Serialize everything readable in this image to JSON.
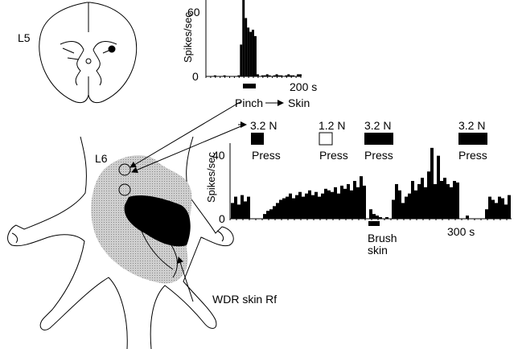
{
  "labels": {
    "l5": "L5",
    "l6": "L6",
    "pinch": "Pinch",
    "skin": "Skin",
    "wdr": "WDR skin Rf",
    "brush": "Brush",
    "brush_skin": "skin"
  },
  "chart_data": [
    {
      "type": "bar",
      "name": "pinch-histogram",
      "ylabel": "Spikes/sec",
      "yticks": [
        "0",
        "60"
      ],
      "ylim": [
        0,
        72
      ],
      "scalebar": "200 s",
      "stimulus": "Pinch",
      "values": [
        0,
        0,
        0,
        1,
        0,
        0,
        0,
        1,
        0,
        0,
        0,
        0,
        0,
        1,
        30,
        72,
        55,
        46,
        42,
        44,
        38,
        2,
        0,
        1,
        1,
        2,
        1,
        0,
        1,
        2,
        1,
        1,
        0,
        1,
        2,
        1,
        1,
        0,
        2,
        2
      ]
    },
    {
      "type": "bar",
      "name": "press-histogram",
      "ylabel": "Spikes/sec",
      "yticks": [
        "0",
        "40"
      ],
      "ylim": [
        0,
        48
      ],
      "scalebar": "300 s",
      "stimuli": [
        {
          "force": "3.2 N",
          "label": "Press",
          "filled": true
        },
        {
          "force": "1.2 N",
          "label": "Press",
          "filled": false
        },
        {
          "force": "3.2 N",
          "label": "Press",
          "filled": true
        },
        {
          "force": "3.2 N",
          "label": "Press",
          "filled": true
        }
      ],
      "values": [
        10,
        14,
        9,
        15,
        11,
        14,
        0,
        0,
        0,
        0,
        3,
        5,
        6,
        8,
        10,
        12,
        13,
        14,
        16,
        13,
        15,
        17,
        14,
        16,
        18,
        15,
        17,
        14,
        16,
        19,
        18,
        17,
        20,
        16,
        21,
        19,
        22,
        18,
        24,
        20,
        27,
        21,
        0,
        6,
        3,
        2,
        1,
        0,
        1,
        0,
        12,
        22,
        18,
        10,
        14,
        16,
        24,
        18,
        22,
        26,
        20,
        30,
        45,
        22,
        40,
        24,
        26,
        22,
        20,
        24,
        23,
        0,
        0,
        2,
        0,
        0,
        0,
        0,
        0,
        6,
        14,
        12,
        10,
        14,
        13,
        9,
        15
      ]
    }
  ]
}
